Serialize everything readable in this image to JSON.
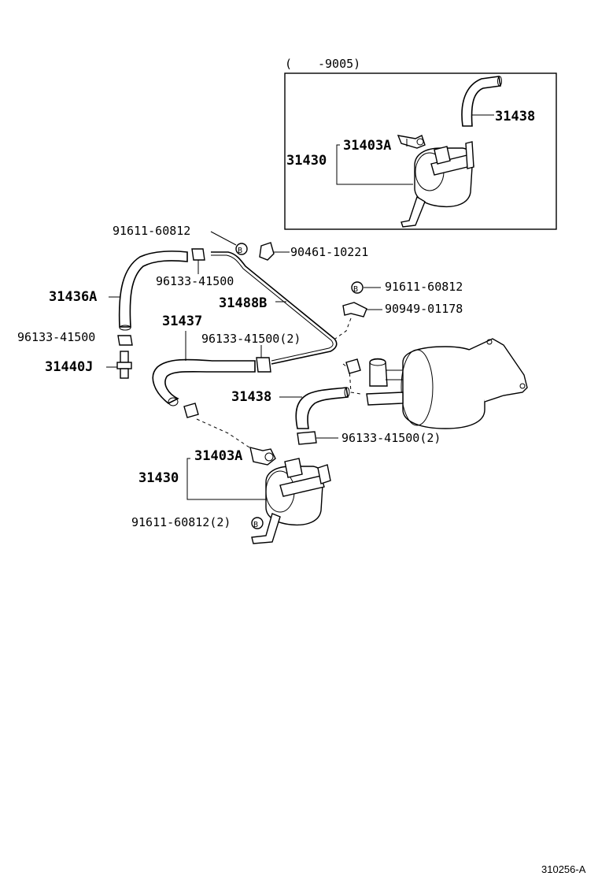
{
  "inset": {
    "range_open": "(",
    "range_end": "-9005)",
    "labels": {
      "hose_31438": "31438",
      "valve_31403a": "31403A",
      "tank_31430": "31430"
    }
  },
  "main": {
    "labels": {
      "bolt_top": "91611-60812",
      "clamp_90461": "90461-10221",
      "clip_top": "96133-41500",
      "hose_31436a": "31436A",
      "pipe_31488b": "31488B",
      "bolt_right": "91611-60812",
      "clamp_90949": "90949-01178",
      "clip_left": "96133-41500",
      "hose_31437": "31437",
      "clip_mid": "96133-41500(2)",
      "valve_31440j": "31440J",
      "hose_31438": "31438",
      "clip_low": "96133-41500(2)",
      "valve_31403a": "31403A",
      "tank_31430": "31430",
      "bolt_low": "91611-60812(2)"
    },
    "bolt_marker": "B"
  },
  "ref_code": "310256-A"
}
